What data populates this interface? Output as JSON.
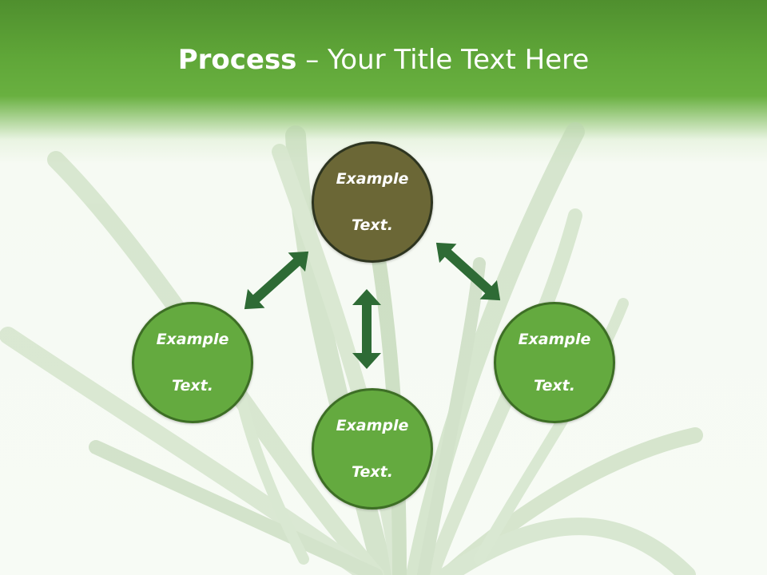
{
  "title": {
    "bold": "Process",
    "rest": " – Your Title Text Here"
  },
  "nodes": {
    "top": {
      "line1": "Example",
      "line2": "Text."
    },
    "left": {
      "line1": "Example",
      "line2": "Text."
    },
    "bottom": {
      "line1": "Example",
      "line2": "Text."
    },
    "right": {
      "line1": "Example",
      "line2": "Text."
    }
  },
  "colors": {
    "header_green": "#5fa638",
    "top_node": "#6b6736",
    "node_green": "#64aa3f",
    "arrow": "#2e6b35"
  }
}
